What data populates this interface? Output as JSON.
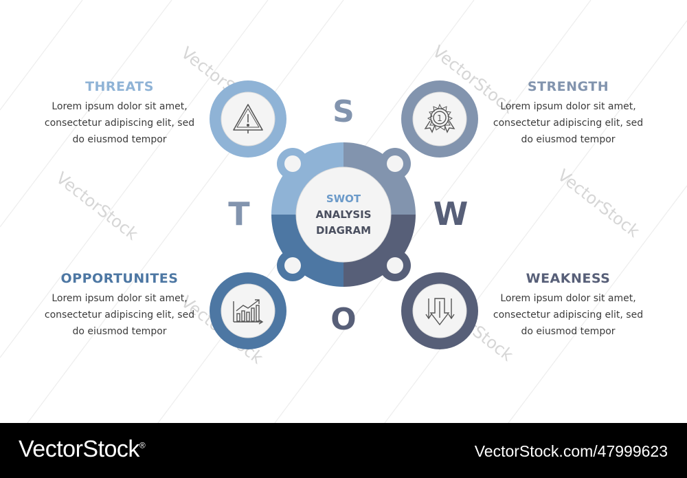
{
  "colors": {
    "threats": "#8fb3d6",
    "strength": "#8294ae",
    "opportunities": "#4d77a3",
    "weakness": "#575f78",
    "center_swot": "#6b9ac9",
    "center_text": "#4a4f5f",
    "footer_bg": "#000000"
  },
  "center": {
    "line1": "SWOT",
    "line2": "ANALYSIS",
    "line3": "DIAGRAM"
  },
  "letters": {
    "s": "S",
    "w": "W",
    "o": "O",
    "t": "T"
  },
  "blocks": {
    "threats": {
      "title": "THREATS",
      "line1": "Lorem ipsum dolor sit amet,",
      "line2": "consectetur adipiscing elit, sed",
      "line3": "do eiusmod tempor",
      "icon": "warning-triangle-icon"
    },
    "strength": {
      "title": "STRENGTH",
      "line1": "Lorem ipsum dolor sit amet,",
      "line2": "consectetur adipiscing elit, sed",
      "line3": "do eiusmod tempor",
      "icon": "medal-icon"
    },
    "opportunities": {
      "title": "OPPORTUNITES",
      "line1": "Lorem ipsum dolor sit amet,",
      "line2": "consectetur adipiscing elit, sed",
      "line3": "do eiusmod tempor",
      "icon": "growth-chart-icon"
    },
    "weakness": {
      "title": "WEAKNESS",
      "line1": "Lorem ipsum dolor sit amet,",
      "line2": "consectetur adipiscing elit, sed",
      "line3": "do eiusmod tempor",
      "icon": "down-arrows-icon"
    }
  },
  "watermark": "VectorStock",
  "footer": {
    "brand": "VectorStock",
    "brand_mark": "®",
    "url": "VectorStock.com/47999623"
  }
}
